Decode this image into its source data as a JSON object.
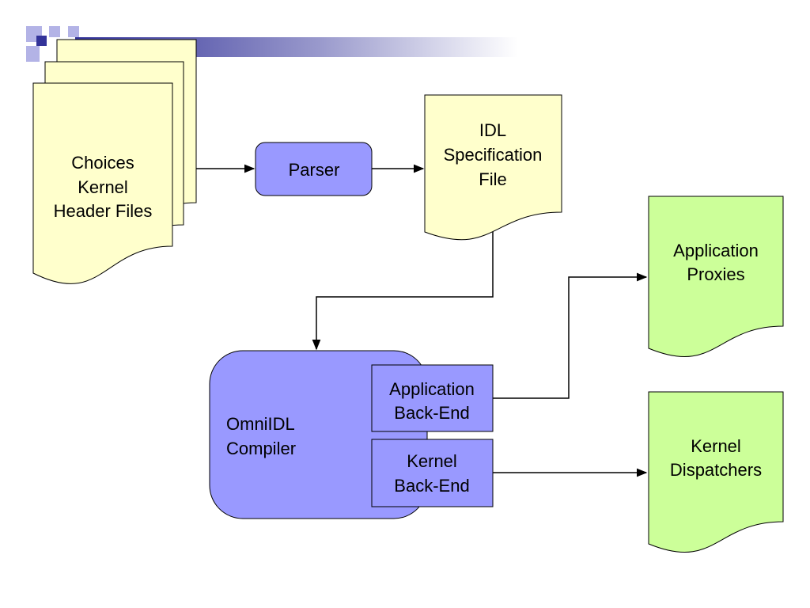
{
  "colors": {
    "document_yellow": "#FFFFCC",
    "process_blue": "#9999FF",
    "output_green": "#CCFF99",
    "header_navy": "#333399",
    "header_lavender": "#B3B3E6"
  },
  "diagram": {
    "header_files": {
      "lines": [
        "Choices",
        "Kernel",
        "Header Files"
      ]
    },
    "parser": {
      "label": "Parser"
    },
    "idl_spec": {
      "lines": [
        "IDL",
        "Specification",
        "File"
      ]
    },
    "compiler": {
      "lines": [
        "OmniIDL",
        "Compiler"
      ]
    },
    "app_backend": {
      "lines": [
        "Application",
        "Back-End"
      ]
    },
    "kernel_backend": {
      "lines": [
        "Kernel",
        "Back-End"
      ]
    },
    "app_proxies": {
      "lines": [
        "Application",
        "Proxies"
      ]
    },
    "kernel_dispatchers": {
      "lines": [
        "Kernel",
        "Dispatchers"
      ]
    }
  }
}
